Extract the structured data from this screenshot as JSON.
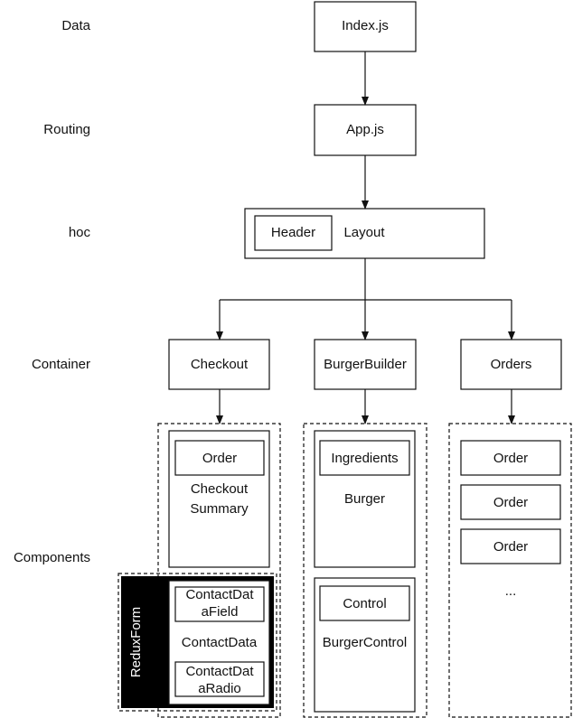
{
  "rows": {
    "data": "Data",
    "routing": "Routing",
    "hoc": "hoc",
    "container": "Container",
    "components": "Components"
  },
  "nodes": {
    "index": "Index.js",
    "app": "App.js",
    "layout": "Layout",
    "header": "Header",
    "checkout": "Checkout",
    "burger_builder": "BurgerBuilder",
    "orders": "Orders"
  },
  "checkout_group": {
    "order": "Order",
    "summary_line1": "Checkout",
    "summary_line2": "Summary",
    "redux_form": "ReduxForm",
    "contact_field_line1": "ContactDat",
    "contact_field_line2": "aField",
    "contact_data": "ContactData",
    "contact_radio_line1": "ContactDat",
    "contact_radio_line2": "aRadio"
  },
  "burger_group": {
    "ingredients": "Ingredients",
    "burger": "Burger",
    "control": "Control",
    "burger_control": "BurgerControl"
  },
  "orders_group": {
    "items": [
      "Order",
      "Order",
      "Order"
    ],
    "more": "..."
  },
  "colors": {
    "stroke": "#111111",
    "background": "#ffffff",
    "redux_fill": "#000000"
  }
}
